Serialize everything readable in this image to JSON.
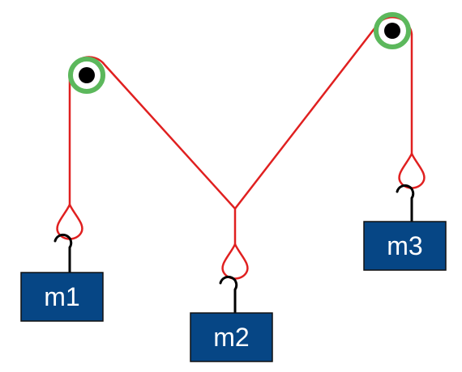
{
  "diagram": {
    "colors": {
      "rope": "#e02020",
      "hook": "#000000",
      "pulley_ring": "#5cb85c",
      "pulley_axle": "#000000",
      "mass_fill": "#064685",
      "mass_border": "#111111",
      "mass_text": "#ffffff"
    },
    "pulleys": [
      {
        "id": "left-pulley"
      },
      {
        "id": "right-pulley"
      }
    ],
    "masses": [
      {
        "id": "m1",
        "label": "m1"
      },
      {
        "id": "m2",
        "label": "m2"
      },
      {
        "id": "m3",
        "label": "m3"
      }
    ]
  }
}
